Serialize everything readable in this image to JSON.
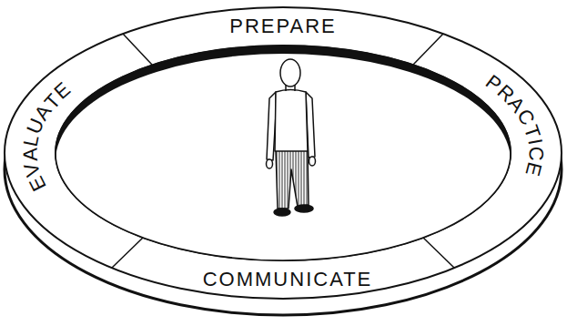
{
  "diagram": {
    "nodes": [
      {
        "text": [
          "PREPARE"
        ]
      },
      {
        "text": [
          "PRACTICE"
        ]
      },
      {
        "text": [
          "COMMUNICATE"
        ]
      },
      {
        "text": [
          "EVALUATE"
        ]
      }
    ]
  }
}
